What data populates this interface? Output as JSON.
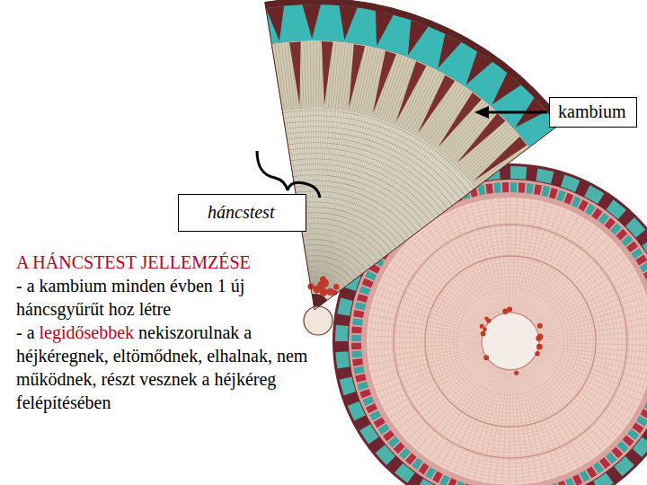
{
  "diagram": {
    "title": "A HÁNCSTEST JELLEMZÉSE",
    "nodes": [
      {
        "text": [
          "kambium"
        ]
      },
      {
        "text": [
          "háncstest"
        ]
      }
    ],
    "labels": [
      "- a kambium minden évben 1 új háncsgyűrűt hoz létre",
      "- a",
      "legidősebbek",
      "nekiszorulnak a héjkéregnek, eltömődnek, elhalnak, nem működnek, részt vesznek a héjkéreg felépítésében"
    ]
  }
}
